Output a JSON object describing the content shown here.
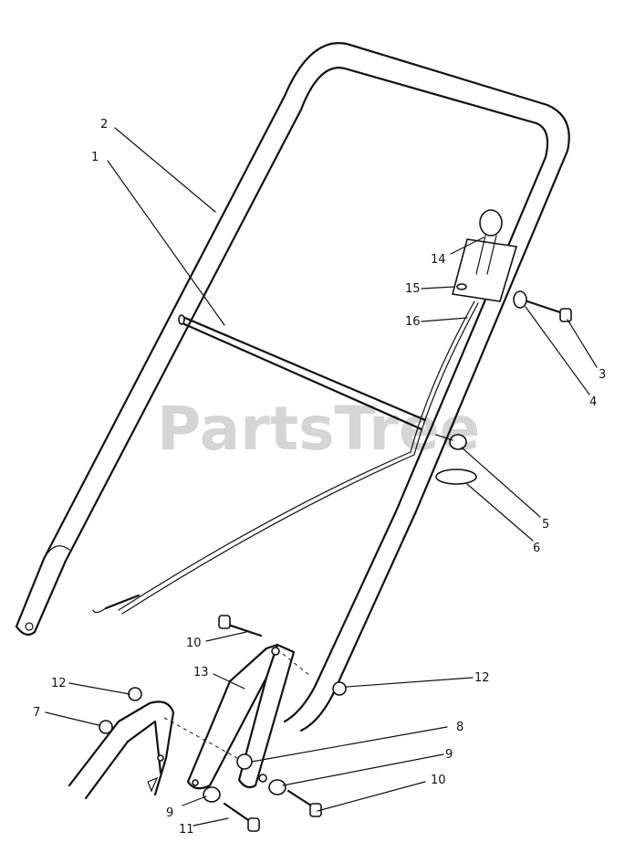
{
  "watermark": "PartsTree",
  "callouts": [
    {
      "id": "1",
      "text": "1"
    },
    {
      "id": "2",
      "text": "2"
    },
    {
      "id": "3",
      "text": "3"
    },
    {
      "id": "4",
      "text": "4"
    },
    {
      "id": "5",
      "text": "5"
    },
    {
      "id": "6",
      "text": "6"
    },
    {
      "id": "7",
      "text": "7"
    },
    {
      "id": "8",
      "text": "8"
    },
    {
      "id": "9a",
      "text": "9"
    },
    {
      "id": "9b",
      "text": "9"
    },
    {
      "id": "10a",
      "text": "10"
    },
    {
      "id": "10b",
      "text": "10"
    },
    {
      "id": "11",
      "text": "11"
    },
    {
      "id": "12a",
      "text": "12"
    },
    {
      "id": "12b",
      "text": "12"
    },
    {
      "id": "13",
      "text": "13"
    },
    {
      "id": "14",
      "text": "14"
    },
    {
      "id": "15",
      "text": "15"
    },
    {
      "id": "16",
      "text": "16"
    }
  ]
}
